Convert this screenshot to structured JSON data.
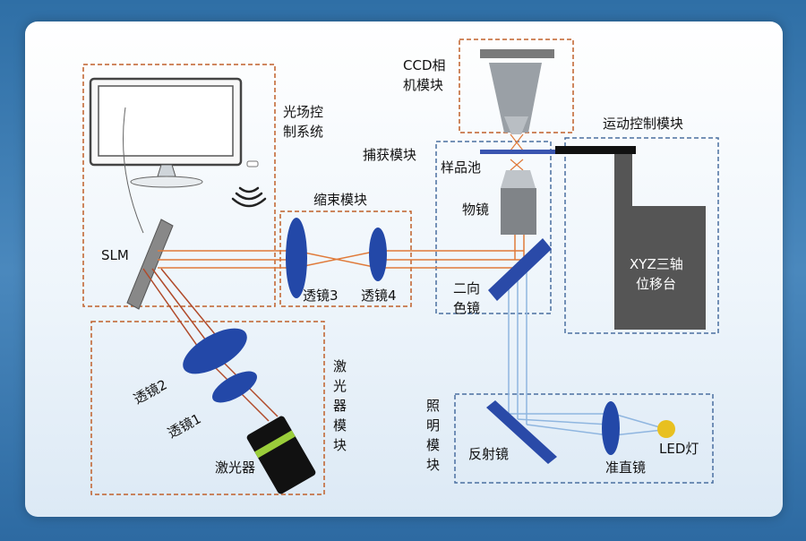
{
  "labels": {
    "ccd": [
      "CCD相",
      "机模块"
    ],
    "light_field": [
      "光场控",
      "制系统"
    ],
    "motion": "运动控制模块",
    "capture": "捕获模块",
    "sample_cell": "样品池",
    "beam_shrink": "缩束模块",
    "objective": "物镜",
    "slm": "SLM",
    "xyz_stage": [
      "XYZ三轴",
      "位移台"
    ],
    "lens3": "透镜3",
    "lens4": "透镜4",
    "dichroic": [
      "二向",
      "色镜"
    ],
    "laser_module": [
      "激",
      "光",
      "器",
      "模",
      "块"
    ],
    "lens2": "透镜2",
    "lens1": "透镜1",
    "laser": "激光器",
    "illumination": [
      "照",
      "明",
      "模",
      "块"
    ],
    "mirror": "反射镜",
    "collimator": "准直镜",
    "led": "LED灯"
  },
  "colors": {
    "box_orange": "#c0602a",
    "box_blue": "#4a6fa0",
    "lens_blue": "#2348a8",
    "beam_orange": "#e07a3a",
    "beam_blue": "#8fb6e0",
    "stage_gray": "#555555",
    "led_yellow": "#e8c020"
  }
}
